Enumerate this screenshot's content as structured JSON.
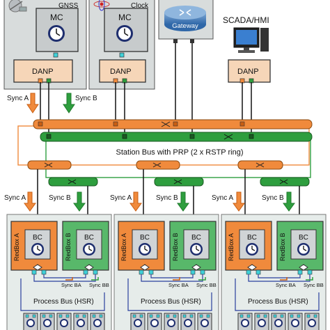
{
  "top": {
    "gnss": {
      "label": "GNSS",
      "mc": "MC",
      "danp": "DANP"
    },
    "clock": {
      "label": "Clock",
      "mc": "MC",
      "danp": "DANP"
    },
    "gateway": {
      "label": "Gateway"
    },
    "scada": {
      "label": "SCADA/HMI",
      "danp": "DANP"
    }
  },
  "sync_top": {
    "a": "Sync A",
    "b": "Sync B"
  },
  "station_bus": {
    "label": "Station Bus with PRP (2 x RSTP ring)"
  },
  "sync_mid": [
    {
      "a": "Sync A",
      "b": "Sync B"
    },
    {
      "a": "Sync A",
      "b": "Sync B"
    },
    {
      "a": "Sync A",
      "b": "Sync B"
    }
  ],
  "bays": [
    {
      "redbox_a": "RedBox A",
      "redbox_b": "RedBox B",
      "bc_a": "BC",
      "bc_b": "BC",
      "sync_ba": "Sync BA",
      "sync_bb": "Sync BB",
      "process_bus": "Process Bus (HSR)"
    },
    {
      "redbox_a": "RedBox A",
      "redbox_b": "RedBox B",
      "bc_a": "BC",
      "bc_b": "BC",
      "sync_ba": "Sync BA",
      "sync_bb": "Sync BB",
      "process_bus": "Process Bus (HSR)"
    },
    {
      "redbox_a": "RedBox A",
      "redbox_b": "RedBox B",
      "bc_a": "BC",
      "bc_b": "BC",
      "sync_ba": "Sync BA",
      "sync_bb": "Sync BB",
      "process_bus": "Process Bus (HSR)"
    }
  ],
  "colors": {
    "orange": "#f08a3c",
    "orange_dark": "#c95e12",
    "green": "#2e9e3e",
    "green_light": "#58b86a",
    "panel_gray": "#d8dcdc",
    "bay_bg": "#e6ecea",
    "danp_fill": "#f6d6b8",
    "cyan_port": "#3fd0d8",
    "blue_line": "#2a3f9e"
  }
}
